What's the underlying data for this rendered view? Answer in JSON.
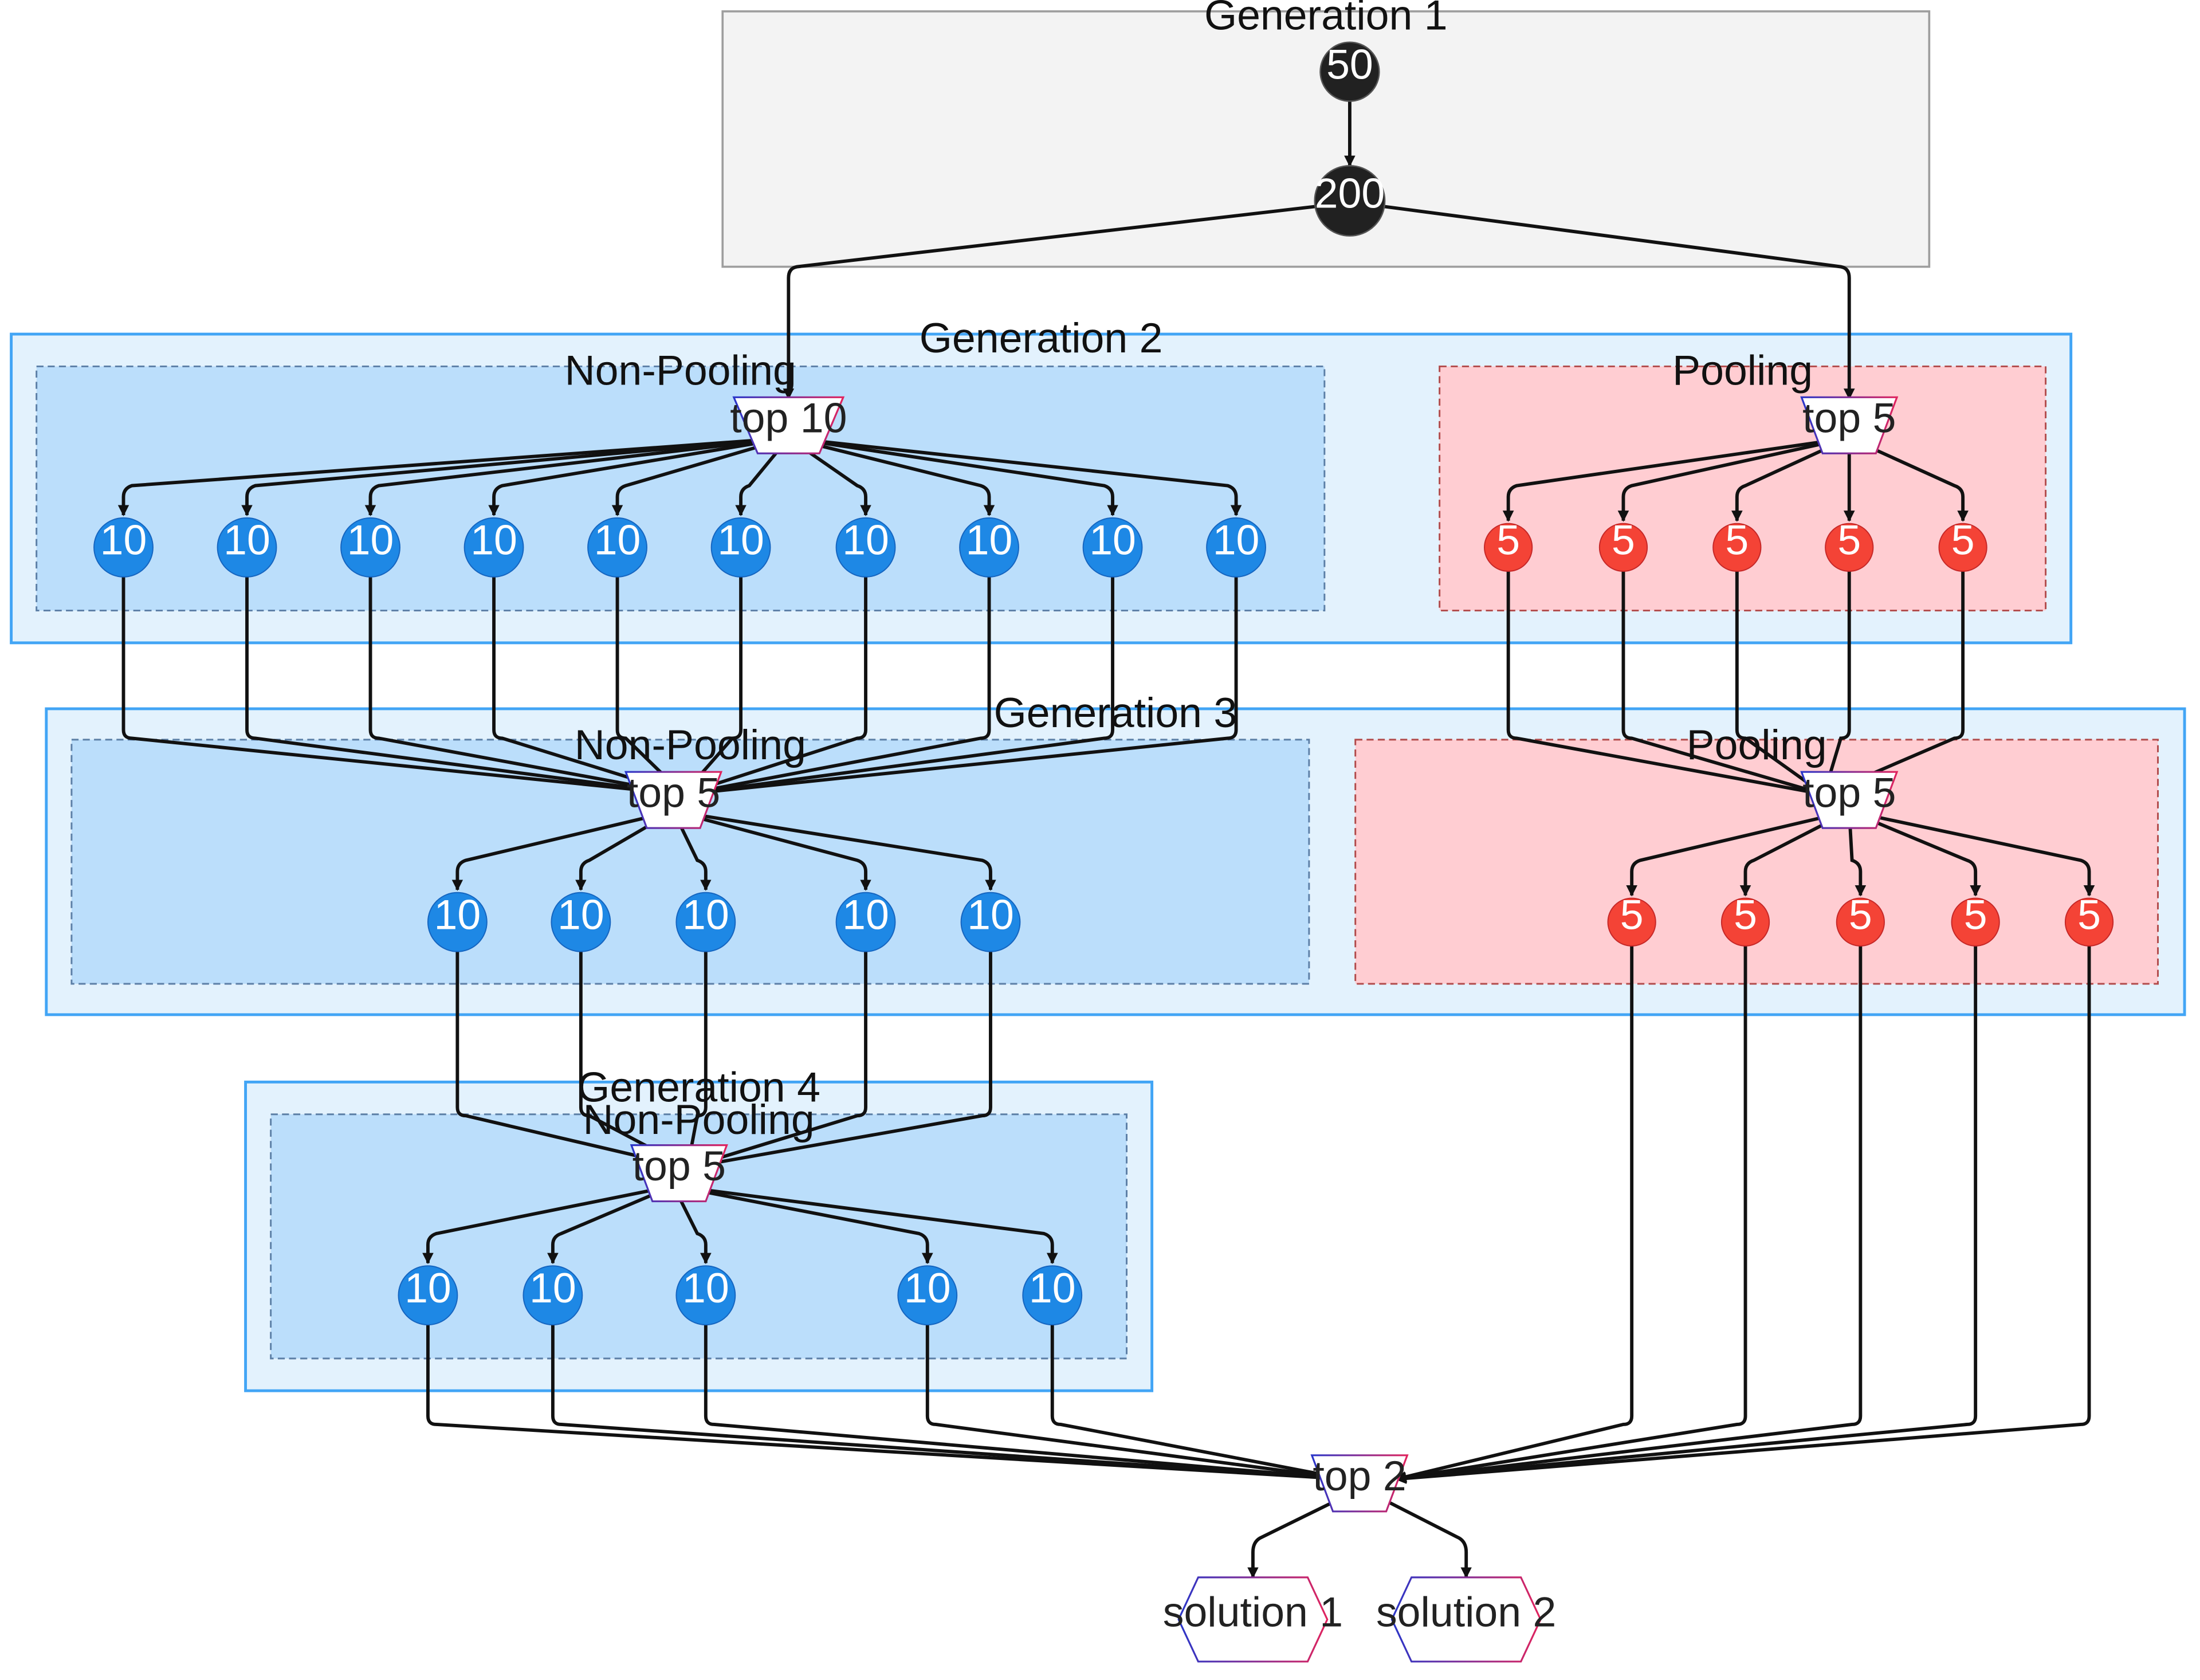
{
  "colors": {
    "gen1_fill": "#f3f3f3",
    "gen1_stroke": "#9e9e9e",
    "gen_fill": "#e3f2fd",
    "gen_stroke": "#42a5f5",
    "nonpool_fill": "#bbdefb",
    "nonpool_stroke": "#5c7fa6",
    "pool_fill": "#ffcdd2",
    "pool_stroke": "#b24b4b",
    "blue_node": "#1e88e5",
    "red_node": "#f44336",
    "dark_node": "#212121",
    "select_stroke_a": "#2a36c9",
    "select_stroke_b": "#e0245e"
  },
  "clusters": {
    "gen1": "Generation 1",
    "gen2": "Generation 2",
    "gen2_nonpool": "Non-Pooling",
    "gen2_pool": "Pooling",
    "gen3": "Generation 3",
    "gen3_nonpool": "Non-Pooling",
    "gen3_pool": "Pooling",
    "gen4": "Generation 4",
    "gen4_nonpool": "Non-Pooling"
  },
  "nodes": {
    "n50": "50",
    "n200": "200",
    "g2_np_select": "top 10",
    "g2_np_children": [
      "10",
      "10",
      "10",
      "10",
      "10",
      "10",
      "10",
      "10",
      "10",
      "10"
    ],
    "g2_p_select": "top 5",
    "g2_p_children": [
      "5",
      "5",
      "5",
      "5",
      "5"
    ],
    "g3_np_select": "top 5",
    "g3_np_children": [
      "10",
      "10",
      "10",
      "10",
      "10"
    ],
    "g3_p_select": "top 5",
    "g3_p_children": [
      "5",
      "5",
      "5",
      "5",
      "5"
    ],
    "g4_np_select": "top 5",
    "g4_np_children": [
      "10",
      "10",
      "10",
      "10",
      "10"
    ],
    "final_select": "top 2",
    "solution1": "solution 1",
    "solution2": "solution 2"
  }
}
